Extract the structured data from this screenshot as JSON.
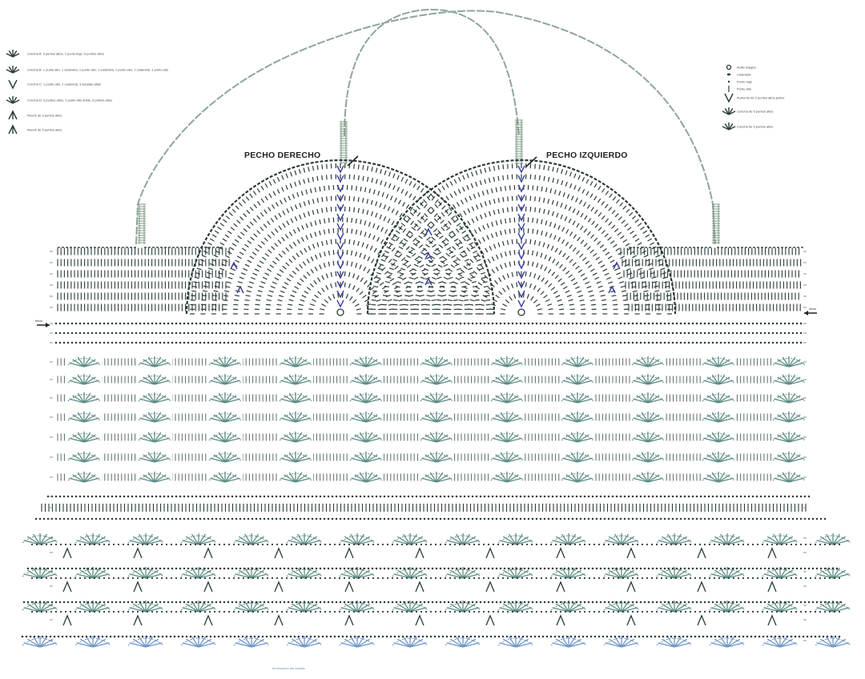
{
  "diagram": {
    "breast_labels": {
      "right": "PECHO DERECHO",
      "left": "PECHO IZQUIERDO"
    },
    "legend_left": [
      {
        "icon": "shell-5dc-icon",
        "text": "Concha A: 5 puntos altos, 1 punto bajo, 5 puntos altos"
      },
      {
        "icon": "shell-picot-icon",
        "text": "Concha B: 1 punto alto, 1 cadeneta, 1 punto alto, 1 cadeneta, 1 punto alto, 1 cadeneta, 1 punto alto"
      },
      {
        "icon": "v-stitch-icon",
        "text": "Concha C: 1 punto alto, 1 cadeneta, 3 lazadas altas"
      },
      {
        "icon": "shell-large-icon",
        "text": "Concha D: 3 puntos altos, 1 punto alto doble, 3 puntos altos"
      },
      {
        "icon": "decrease-3-icon",
        "text": "Reunir de 3 puntos altos"
      },
      {
        "icon": "decrease-5-icon",
        "text": "Reunir de 5 puntos altos"
      }
    ],
    "legend_right": [
      {
        "icon": "magic-ring-icon",
        "text": "Anillo mágico"
      },
      {
        "icon": "chain-icon",
        "text": "Cadeneta"
      },
      {
        "icon": "slip-stitch-icon",
        "text": "Punto bajo"
      },
      {
        "icon": "double-crochet-icon",
        "text": "Punto alto"
      },
      {
        "icon": "increase-icon",
        "text": "Aumento de 2 puntos altos juntos"
      },
      {
        "icon": "shell-icon",
        "text": "Concha de 5 puntos altos"
      },
      {
        "icon": "fan-icon",
        "text": "Concha de 9 puntos altos"
      }
    ],
    "start_arrows": {
      "left": "inicio",
      "right": "inicio"
    },
    "bottom_note": "terminación del vestido",
    "colors": {
      "ink": "#2b3a3a",
      "chain": "#5a6b6b",
      "blue": "#3c3f9e",
      "strap": "#7f9b86",
      "fan": "#5d8c86",
      "light_blue": "#6f95c8"
    }
  }
}
